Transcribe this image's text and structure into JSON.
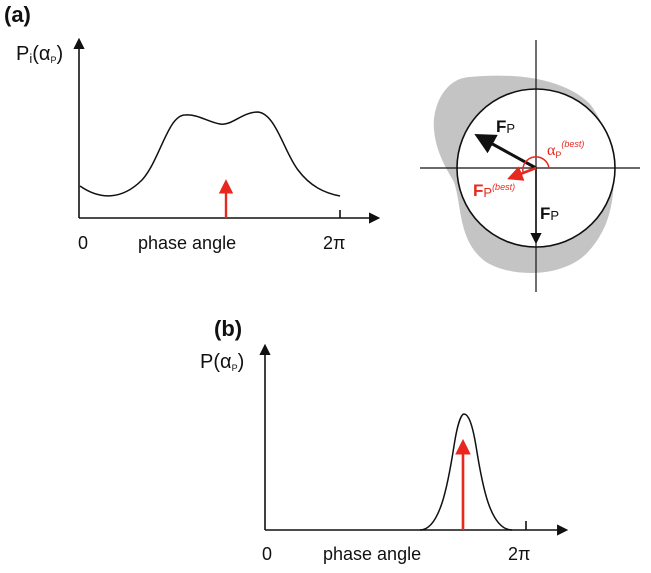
{
  "panel_a": {
    "label": "(a)",
    "ylabel_main": "P",
    "ylabel_sub": "i",
    "ylabel_arg": "(α",
    "ylabel_arg_sub": "P",
    "ylabel_close": ")",
    "x_start": "0",
    "x_label": "phase angle",
    "x_end": "2π",
    "vector_main": "F",
    "vector_sub": "P",
    "vector2_main": "F",
    "vector2_sub": "P",
    "best_vector_main": "F",
    "best_vector_sub": "P",
    "best_vector_sup": "(best)",
    "angle_main": "α",
    "angle_sub": "P",
    "angle_sup": "(best)"
  },
  "panel_b": {
    "label": "(b)",
    "ylabel_main": "P(α",
    "ylabel_sub": "P",
    "ylabel_close": ")",
    "x_start": "0",
    "x_label": "phase angle",
    "x_end": "2π"
  },
  "colors": {
    "red": "#e8281e",
    "gray": "#c4c4c4",
    "black": "#111111"
  }
}
